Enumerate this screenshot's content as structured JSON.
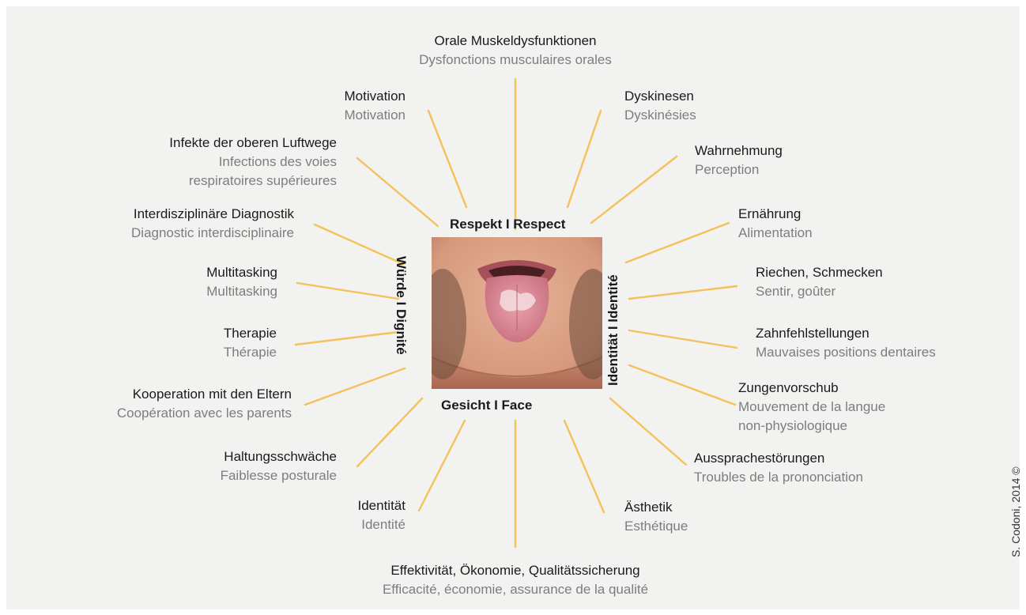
{
  "center": {
    "top_label": "Respekt I Respect",
    "bottom_label": "Gesicht I Face",
    "left_label": "Würde I Dignité",
    "right_label": "Identität I Identité",
    "photo_subject": "face with protruding tongue"
  },
  "items": {
    "orale": {
      "de": "Orale Muskeldysfunktionen",
      "fr": "Dysfonctions musculaires orales"
    },
    "dyskinesen": {
      "de": "Dyskinesen",
      "fr": "Dyskinésies"
    },
    "wahrnehmung": {
      "de": "Wahrnehmung",
      "fr": "Perception"
    },
    "ernaehrung": {
      "de": "Ernährung",
      "fr": "Alimentation"
    },
    "riechen": {
      "de": "Riechen, Schmecken",
      "fr": "Sentir, goûter"
    },
    "zahn": {
      "de": "Zahnfehlstellungen",
      "fr": "Mauvaises positions dentaires"
    },
    "zungen": {
      "de": "Zungenvorschub",
      "fr": "Mouvement de la langue",
      "fr2": "non-physiologique"
    },
    "aussprache": {
      "de": "Aussprachestörungen",
      "fr": "Troubles de la prononciation"
    },
    "aesthetik": {
      "de": "Ästhetik",
      "fr": "Esthétique"
    },
    "effektiv": {
      "de": "Effektivität, Ökonomie, Qualitätssicherung",
      "fr": "Efficacité, économie, assurance de la qualité"
    },
    "identitaet": {
      "de": "Identität",
      "fr": "Identité"
    },
    "haltung": {
      "de": "Haltungsschwäche",
      "fr": "Faiblesse posturale"
    },
    "kooperation": {
      "de": "Kooperation mit den Eltern",
      "fr": "Coopération avec les parents"
    },
    "therapie": {
      "de": "Therapie",
      "fr": "Thérapie"
    },
    "multitasking": {
      "de": "Multitasking",
      "fr": "Multitasking"
    },
    "interdisziplinaer": {
      "de": "Interdisziplinäre Diagnostik",
      "fr": "Diagnostic interdisciplinaire"
    },
    "infekte": {
      "de": "Infekte der oberen Luftwege",
      "fr": "Infections des voies",
      "fr2": "respiratoires supérieures"
    },
    "motivation": {
      "de": "Motivation",
      "fr": "Motivation"
    }
  },
  "credit": "S. Codoni, 2014 ©",
  "colors": {
    "ray": "#f5c15a",
    "background": "#f2f2f1",
    "german_text": "#1a1a1a",
    "french_text": "#7d7d7d"
  }
}
